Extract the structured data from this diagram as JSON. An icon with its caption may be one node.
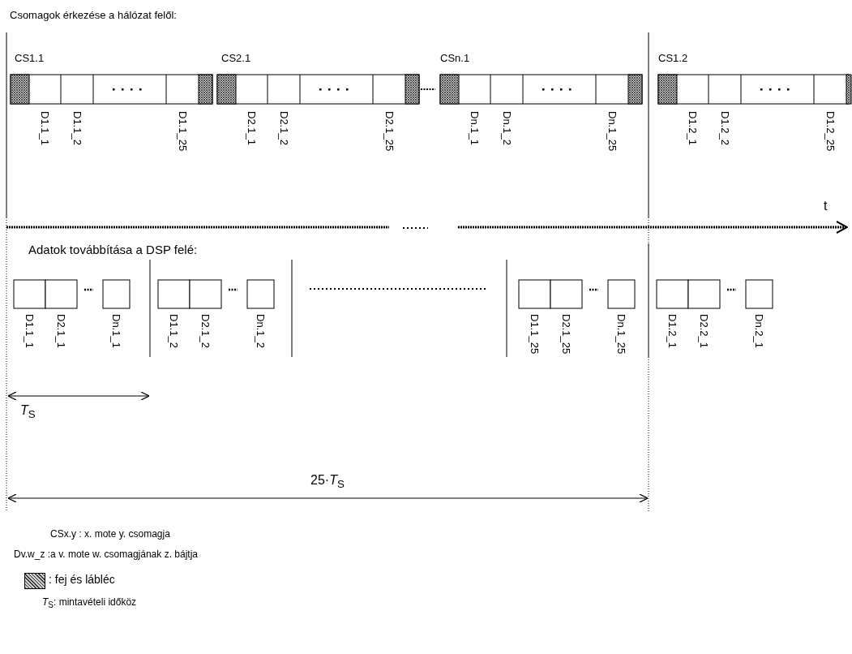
{
  "diagram": {
    "title": "Csomagok érkezése a hálózat felől:",
    "labels": [
      "CS1.1",
      "CS2.1",
      "CSn.1",
      "CS1.2",
      "D1.1_1",
      "D1.1_2",
      "D1.1_25",
      "D2.1_1",
      "D2.1_2",
      "D2.1_25",
      "Dn.1_1",
      "Dn.1_2",
      "Dn.1_25",
      "D1.2_1",
      "D1.2_2",
      "D1.2_25",
      "t",
      "Adatok továbbítása a DSP felé:",
      "D1.1_1",
      "D2.1_1",
      "Dn.1_1",
      "D1.1_2",
      "D2.1_2",
      "Dn.1_2",
      "D1.1_25",
      "D2.1_25",
      "Dn.1_25",
      "D1.2_1",
      "D2.2_1",
      "Dn.2_1",
      "*T*$_{S}$",
      "25·*T*$_{S}$",
      "CSx.y : x. mote y. csomagja",
      "Dv.w_z :a v. mote w. csomagjának z. bájtja",
      "*T*$_{S}$: mintavételi időköz"
    ],
    "legend": [
      {
        "text": ": fej és lábléc"
      }
    ]
  }
}
